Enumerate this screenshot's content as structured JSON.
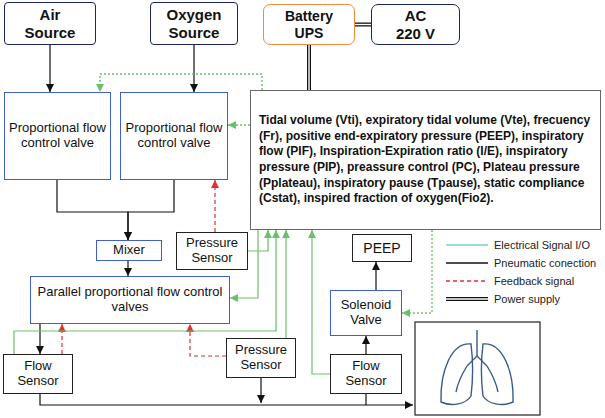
{
  "diagram": {
    "nodes": [
      {
        "text": [
          "Air Source"
        ]
      },
      {
        "text": [
          "Oxygen Source"
        ]
      },
      {
        "text": [
          "Battery UPS"
        ]
      },
      {
        "text": [
          "AC 220 V"
        ]
      },
      {
        "text": [
          "Proportional flow control valve"
        ]
      },
      {
        "text": [
          "Proportional flow control valve"
        ]
      },
      {
        "text": [
          "Tidal volume (Vti), expiratory tidal volume (Vte), frecuency (Fr), positive end-expiratory pressure (PEEP), inspiratory flow (PIF), Inspiration-Expiration ratio (I/E), inspiratory pressure (PIP), preassure control (PC), Plateau pressure (Pplateau), inspiratory pause (Tpause), static compliance (Cstat), inspired fraction of oxygen(Fio2)."
        ]
      },
      {
        "text": [
          "Mixer"
        ]
      },
      {
        "text": [
          "Pressure Sensor"
        ]
      },
      {
        "text": [
          "Parallel proportional flow control valves"
        ]
      },
      {
        "text": [
          "PEEP"
        ]
      },
      {
        "text": [
          "Solenoid Valve"
        ]
      },
      {
        "text": [
          "Pressure Sensor"
        ]
      },
      {
        "text": [
          "Flow Sensor"
        ]
      },
      {
        "text": [
          "Flow Sensor"
        ]
      }
    ],
    "edges": [
      {
        "from": 0,
        "to": 4,
        "arrow": "to"
      },
      {
        "from": 1,
        "to": 5,
        "arrow": "to"
      },
      {
        "from": 2,
        "to": 3,
        "arrow": "none"
      },
      {
        "from": 2,
        "to": 6,
        "arrow": "none"
      },
      {
        "from": 6,
        "to": 4,
        "arrow": "to"
      },
      {
        "from": 6,
        "to": 5,
        "arrow": "to"
      },
      {
        "from": 8,
        "to": 5,
        "arrow": "to"
      },
      {
        "from": 4,
        "to": 7,
        "arrow": "to"
      },
      {
        "from": 5,
        "to": 7,
        "arrow": "to"
      },
      {
        "from": 7,
        "to": 9,
        "arrow": "to"
      },
      {
        "from": 8,
        "to": 6,
        "arrow": "to"
      },
      {
        "from": 6,
        "to": 9,
        "arrow": "to"
      },
      {
        "from": 9,
        "to": 13,
        "arrow": "to"
      },
      {
        "from": 13,
        "to": 9,
        "arrow": "to"
      },
      {
        "from": 12,
        "to": 9,
        "arrow": "to"
      },
      {
        "from": 13,
        "to": 6,
        "arrow": "to"
      },
      {
        "from": 12,
        "to": 6,
        "arrow": "to"
      },
      {
        "from": 14,
        "to": 6,
        "arrow": "to"
      },
      {
        "from": 6,
        "to": 11,
        "arrow": "to"
      },
      {
        "from": 14,
        "to": 11,
        "arrow": "to"
      },
      {
        "from": 11,
        "to": 10,
        "arrow": "to"
      }
    ],
    "legend": [
      {
        "text": "Electrical Signal I/O"
      },
      {
        "text": "Pneumatic conection"
      },
      {
        "text": "Feedback signal"
      },
      {
        "text": "Power supply"
      }
    ]
  }
}
